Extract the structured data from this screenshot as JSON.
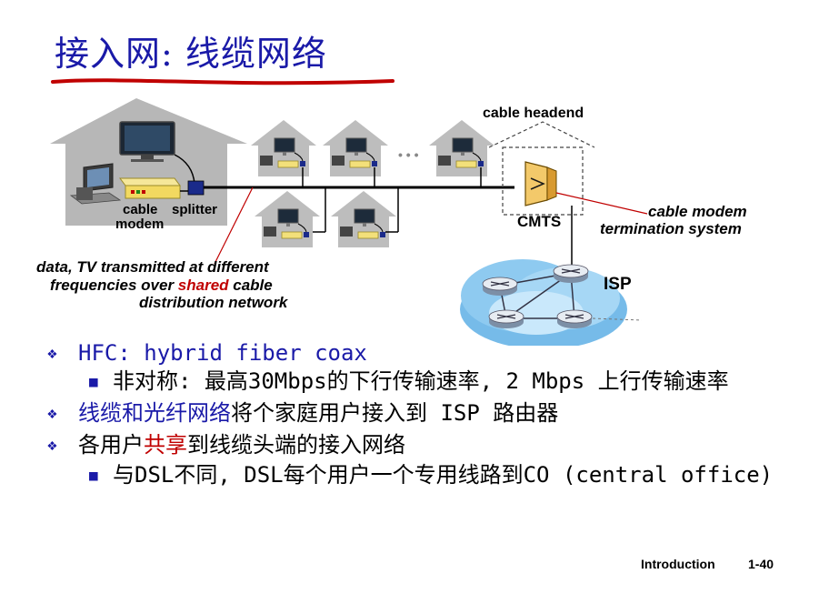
{
  "title": "接入网: 线缆网络",
  "diagram": {
    "cable_headend": "cable headend",
    "cable_modem_line1": "cable",
    "cable_modem_line2": "modem",
    "splitter": "splitter",
    "cmts": "CMTS",
    "cmts_desc_line1": "cable modem",
    "cmts_desc_line2": "termination system",
    "isp": "ISP",
    "ellipsis": "• • •",
    "network_desc_line1": "data, TV transmitted at different",
    "network_desc_line2_a": "frequencies over ",
    "network_desc_line2_b": "shared",
    "network_desc_line2_c": " cable",
    "network_desc_line3": "distribution network"
  },
  "bullets": [
    {
      "text": "HFC: hybrid fiber coax"
    },
    {
      "text": "非对称: 最高30Mbps的下行传输速率, 2 Mbps 上行传输速率"
    },
    {
      "text_a": "线缆和光纤网络",
      "text_b": "将个家庭用户接入到 ISP 路由器"
    },
    {
      "text_a": "各用户",
      "text_b": "共享",
      "text_c": "到线缆头端的接入网络"
    },
    {
      "text": "与DSL不同, DSL每个用户一个专用线路到CO (central office)"
    }
  ],
  "footer": {
    "section": "Introduction",
    "page": "1-40"
  },
  "colors": {
    "title": "#1a1aa8",
    "underline": "#c00000",
    "highlight": "#c00000",
    "house": "#b7b7b7",
    "isp_cloud": "#6fb6e8"
  }
}
